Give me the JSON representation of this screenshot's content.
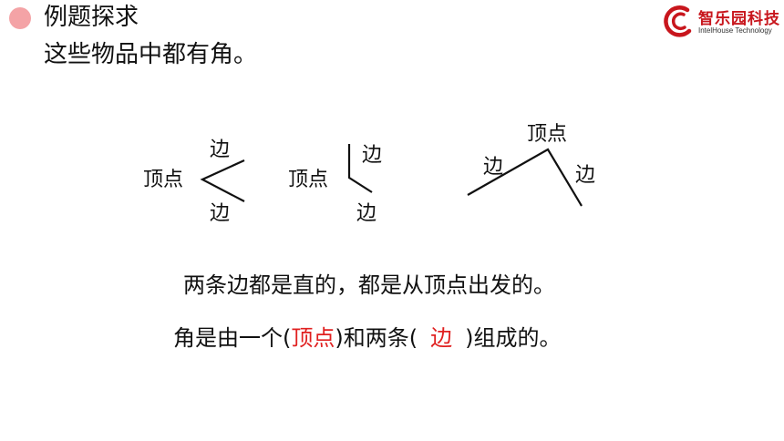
{
  "header": {
    "title": "例题探求",
    "subtitle": "这些物品中都有角。"
  },
  "logo": {
    "name_cn": "智乐园科技",
    "name_en": "IntelHouse Technology"
  },
  "figures": {
    "angle1": {
      "vertex_label": "顶点",
      "side_label_top": "边",
      "side_label_bottom": "边"
    },
    "angle2": {
      "vertex_label": "顶点",
      "side_label_top": "边",
      "side_label_bottom": "边"
    },
    "angle3": {
      "vertex_label": "顶点",
      "side_label_left": "边",
      "side_label_right": "边"
    }
  },
  "text": {
    "sentence1": "两条边都是直的，都是从顶点出发的。",
    "sentence2": {
      "part1": "角是由一个(",
      "answer1": "顶点",
      "part2": ")和两条(",
      "answer2": "边",
      "part3": ")组成的。"
    }
  },
  "colors": {
    "accent_dot": "#f4a3a6",
    "answer": "#e02020",
    "logo": "#c8161d"
  }
}
